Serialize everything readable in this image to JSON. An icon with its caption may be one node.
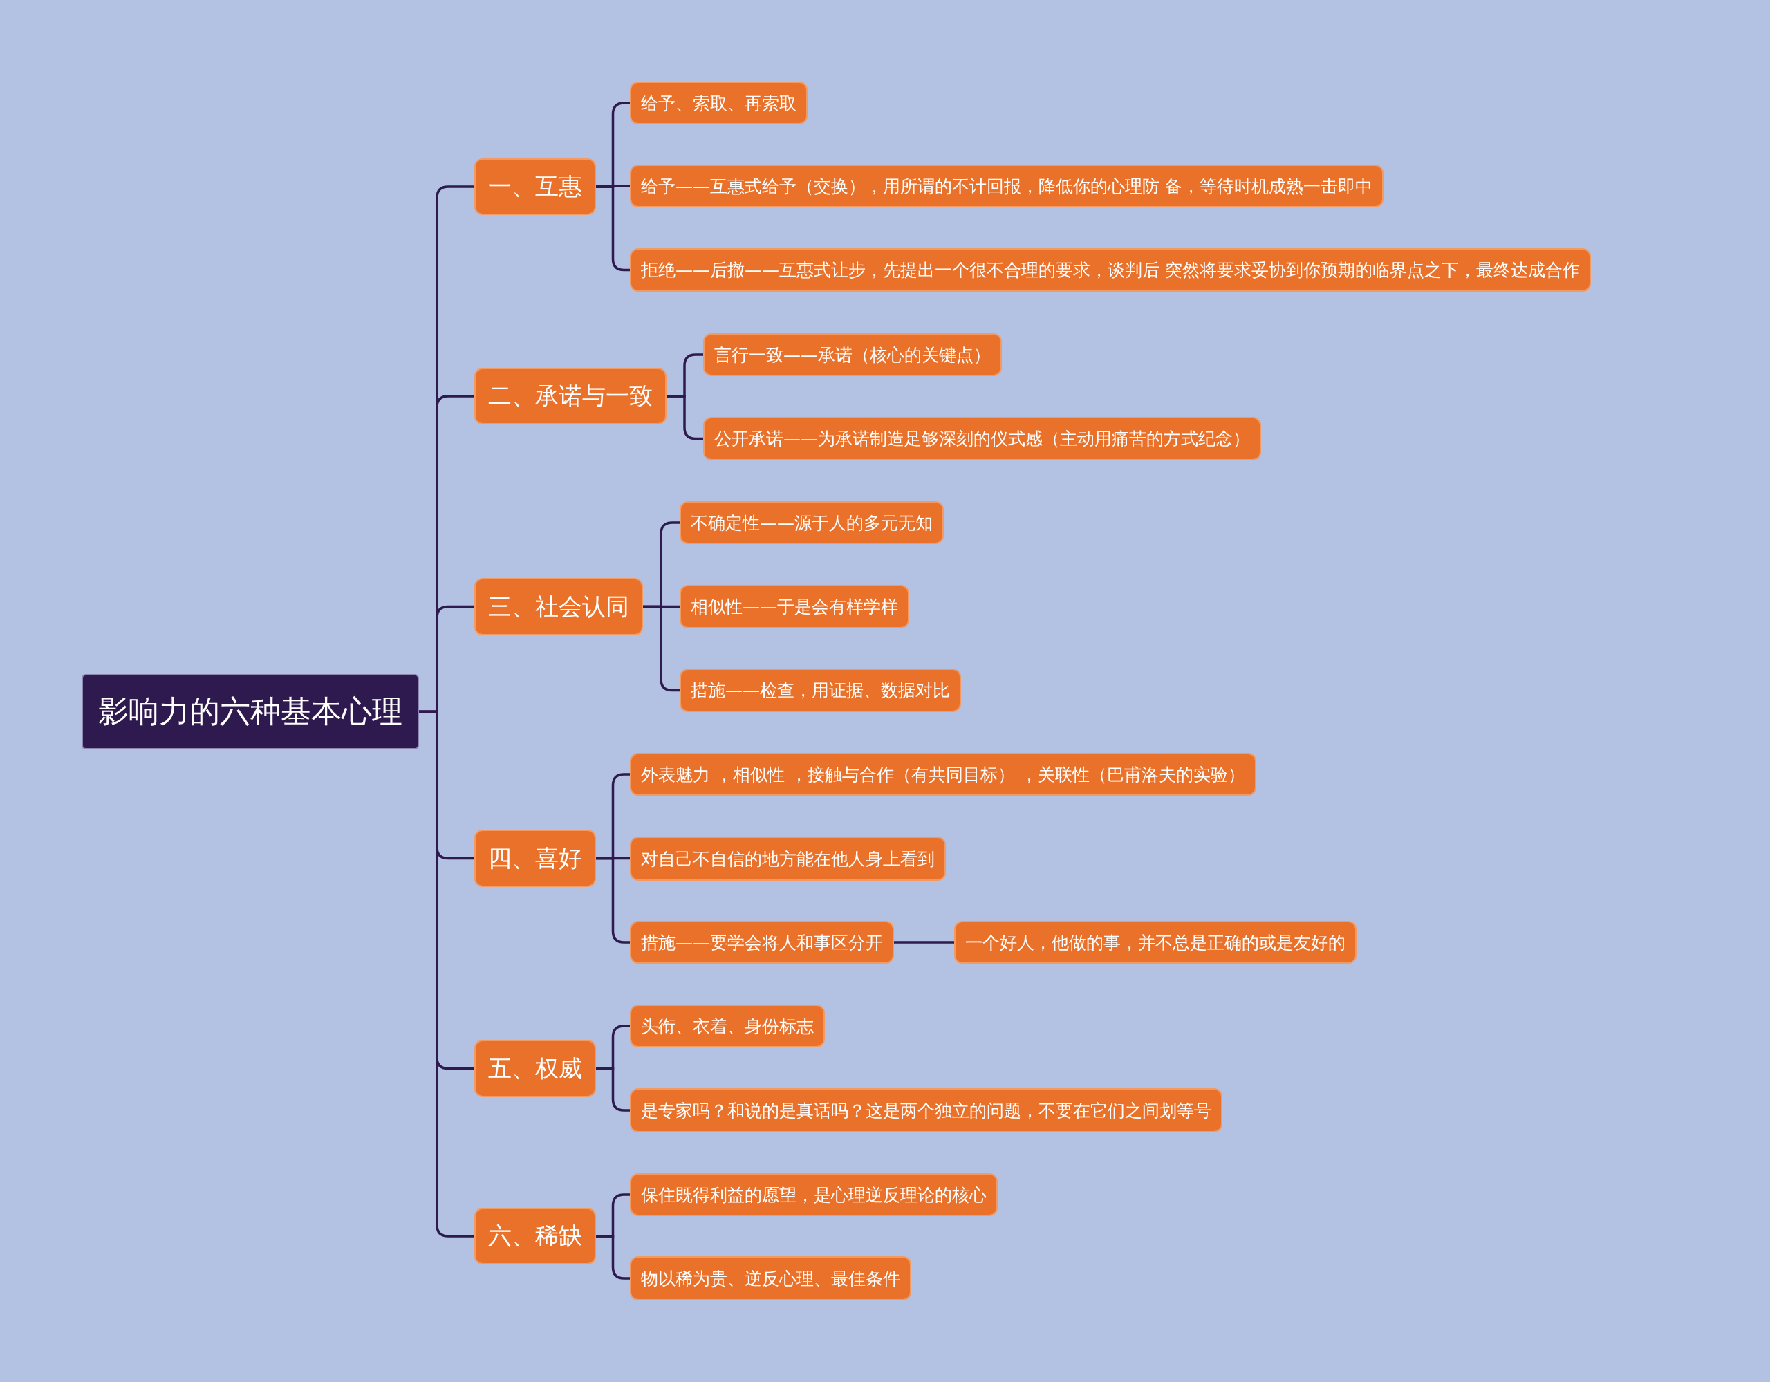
{
  "diagram": {
    "nodes": [
      {
        "text": [
          "影响力的六种基本心理"
        ]
      },
      {
        "text": [
          "一、互惠"
        ]
      },
      {
        "text": [
          "给予、索取、再索取"
        ]
      },
      {
        "text": [
          "给予——互惠式给予（交换），用所谓的不计回报，降低你的心理防 备，等待时机成熟一击即中"
        ]
      },
      {
        "text": [
          "拒绝——后撤——互惠式让步，先提出一个很不合理的要求，谈判后 突然将要求妥协到你预期的临界点之下，最终达成合作"
        ]
      },
      {
        "text": [
          "二、承诺与一致"
        ]
      },
      {
        "text": [
          "言行一致——承诺（核心的关键点）"
        ]
      },
      {
        "text": [
          "公开承诺——为承诺制造足够深刻的仪式感（主动用痛苦的方式纪念）"
        ]
      },
      {
        "text": [
          "三、社会认同"
        ]
      },
      {
        "text": [
          "不确定性——源于人的多元无知"
        ]
      },
      {
        "text": [
          "相似性——于是会有样学样"
        ]
      },
      {
        "text": [
          "措施——检查，用证据、数据对比"
        ]
      },
      {
        "text": [
          "四、喜好"
        ]
      },
      {
        "text": [
          "外表魅力 ，相似性 ，接触与合作（有共同目标） ，关联性（巴甫洛夫的实验）"
        ]
      },
      {
        "text": [
          "对自己不自信的地方能在他人身上看到"
        ]
      },
      {
        "text": [
          "措施——要学会将人和事区分开"
        ]
      },
      {
        "text": [
          "一个好人，他做的事，并不总是正确的或是友好的"
        ]
      },
      {
        "text": [
          "五、权威"
        ]
      },
      {
        "text": [
          "头衔、衣着、身份标志"
        ]
      },
      {
        "text": [
          "是专家吗？和说的是真话吗？这是两个独立的问题，不要在它们之间划等号"
        ]
      },
      {
        "text": [
          "六、稀缺"
        ]
      },
      {
        "text": [
          "保住既得利益的愿望，是心理逆反理论的核心"
        ]
      },
      {
        "text": [
          "物以稀为贵、逆反心理、最佳条件"
        ]
      }
    ],
    "edges": [
      {
        "from": 0,
        "to": 1,
        "arrow": "none"
      },
      {
        "from": 1,
        "to": 2,
        "arrow": "none"
      },
      {
        "from": 1,
        "to": 3,
        "arrow": "none"
      },
      {
        "from": 1,
        "to": 4,
        "arrow": "none"
      },
      {
        "from": 0,
        "to": 5,
        "arrow": "none"
      },
      {
        "from": 5,
        "to": 6,
        "arrow": "none"
      },
      {
        "from": 5,
        "to": 7,
        "arrow": "none"
      },
      {
        "from": 0,
        "to": 8,
        "arrow": "none"
      },
      {
        "from": 8,
        "to": 9,
        "arrow": "none"
      },
      {
        "from": 8,
        "to": 10,
        "arrow": "none"
      },
      {
        "from": 8,
        "to": 11,
        "arrow": "none"
      },
      {
        "from": 0,
        "to": 12,
        "arrow": "none"
      },
      {
        "from": 12,
        "to": 13,
        "arrow": "none"
      },
      {
        "from": 12,
        "to": 14,
        "arrow": "none"
      },
      {
        "from": 12,
        "to": 15,
        "arrow": "none"
      },
      {
        "from": 15,
        "to": 16,
        "arrow": "none"
      },
      {
        "from": 0,
        "to": 17,
        "arrow": "none"
      },
      {
        "from": 17,
        "to": 18,
        "arrow": "none"
      },
      {
        "from": 17,
        "to": 19,
        "arrow": "none"
      },
      {
        "from": 0,
        "to": 20,
        "arrow": "none"
      },
      {
        "from": 20,
        "to": 21,
        "arrow": "none"
      },
      {
        "from": 20,
        "to": 22,
        "arrow": "none"
      }
    ]
  }
}
